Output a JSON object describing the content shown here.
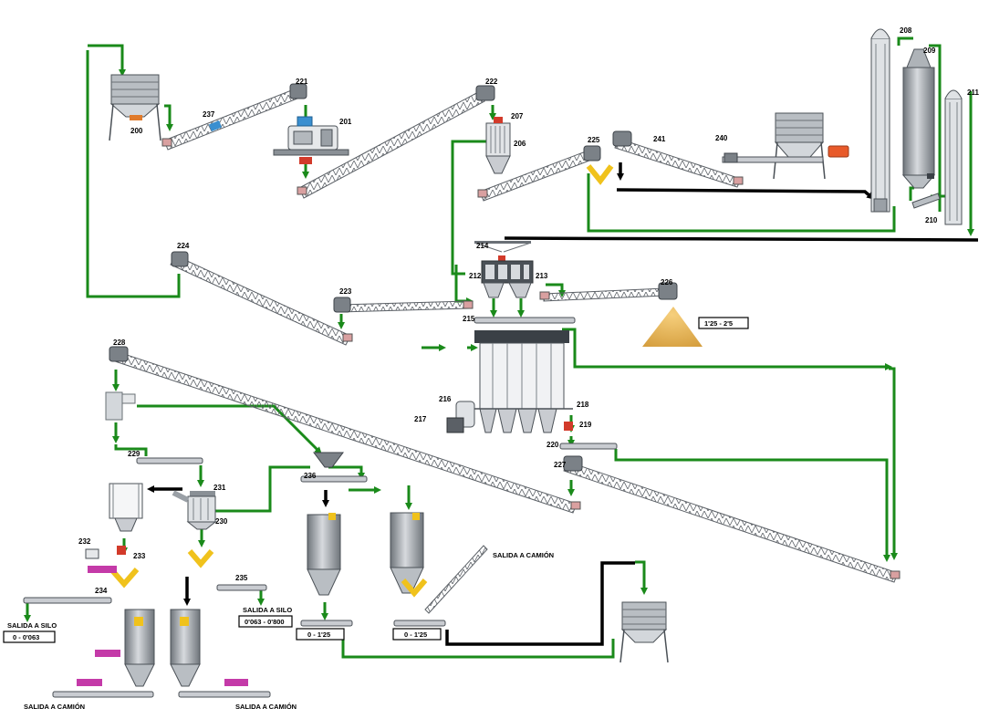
{
  "equipment": {
    "n200": "200",
    "n201": "201",
    "n206": "206",
    "n207": "207",
    "n208": "208",
    "n209": "209",
    "n210": "210",
    "n211": "211",
    "n212": "212",
    "n213": "213",
    "n214": "214",
    "n215": "215",
    "n216": "216",
    "n217": "217",
    "n218": "218",
    "n219": "219",
    "n220": "220",
    "n221": "221",
    "n222": "222",
    "n223": "223",
    "n224": "224",
    "n225": "225",
    "n226": "226",
    "n227": "227",
    "n228": "228",
    "n229": "229",
    "n230": "230",
    "n231": "231",
    "n232": "232",
    "n233": "233",
    "n234": "234",
    "n235": "235",
    "n236": "236",
    "n237": "237",
    "n240": "240",
    "n241": "241"
  },
  "labels": {
    "stockpile_range": "1'25 - 2'5",
    "salida_silo_left": "SALIDA A SILO",
    "range_left": "0 - 0'063",
    "salida_silo_mid": "SALIDA A SILO",
    "range_mid": "0'063 - 0'800",
    "range_silo_a": "0 - 1'25",
    "range_silo_b": "0 - 1'25",
    "salida_camion_top": "SALIDA A CAMIÓN",
    "salida_camion_left": "SALIDA A CAMIÓN",
    "salida_camion_right": "SALIDA A CAMIÓN"
  },
  "colors": {
    "flow_green": "#1a8a1a",
    "flow_black": "#000000",
    "steel": "#8a9096",
    "steel_dark": "#4b5157",
    "belt": "#5b6066",
    "sand": "#e2b25a",
    "accent_blue": "#3a8fd0",
    "accent_red": "#d23a2a",
    "accent_yellow": "#f0c21c",
    "accent_magenta": "#c43aa8"
  }
}
